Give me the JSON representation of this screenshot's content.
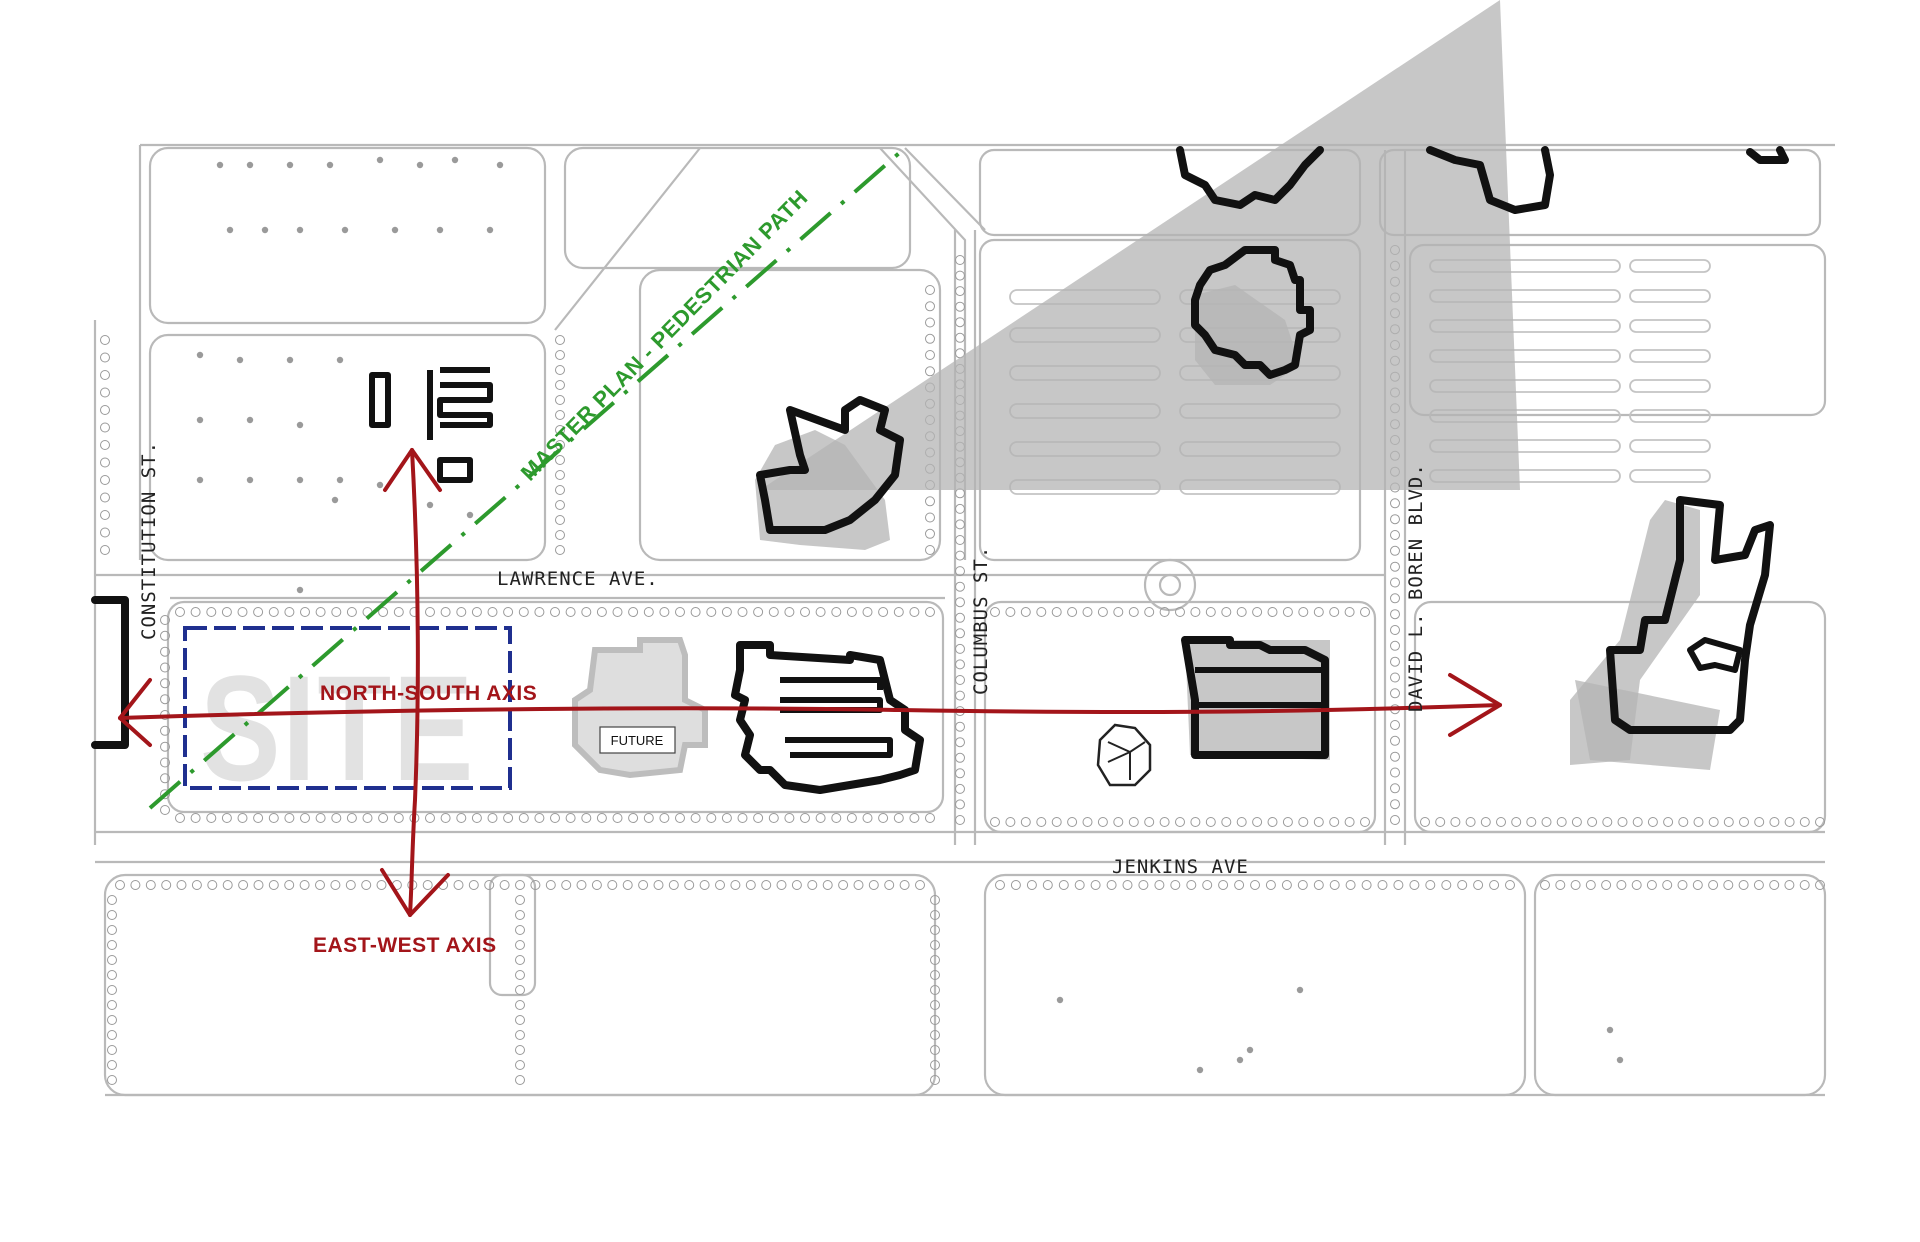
{
  "streets": {
    "constitution": "CONSTITUTION ST.",
    "lawrence": "LAWRENCE AVE.",
    "columbus": "COLUMBUS ST.",
    "boren": "DAVID L. BOREN BLVD.",
    "jenkins": "JENKINS AVE"
  },
  "annotations": {
    "site": "SITE",
    "future": "FUTURE",
    "north_south_axis": "NORTH-SOUTH AXIS",
    "east_west_axis": "EAST-WEST AXIS",
    "pedestrian_path": "MASTER PLAN - PEDESTRIAN PATH"
  },
  "colors": {
    "axis_red": "#a3151a",
    "path_green": "#2d9a2d",
    "site_blue": "#1f2f8f",
    "building_black": "#111111",
    "road_gray": "#b9b9b9"
  }
}
